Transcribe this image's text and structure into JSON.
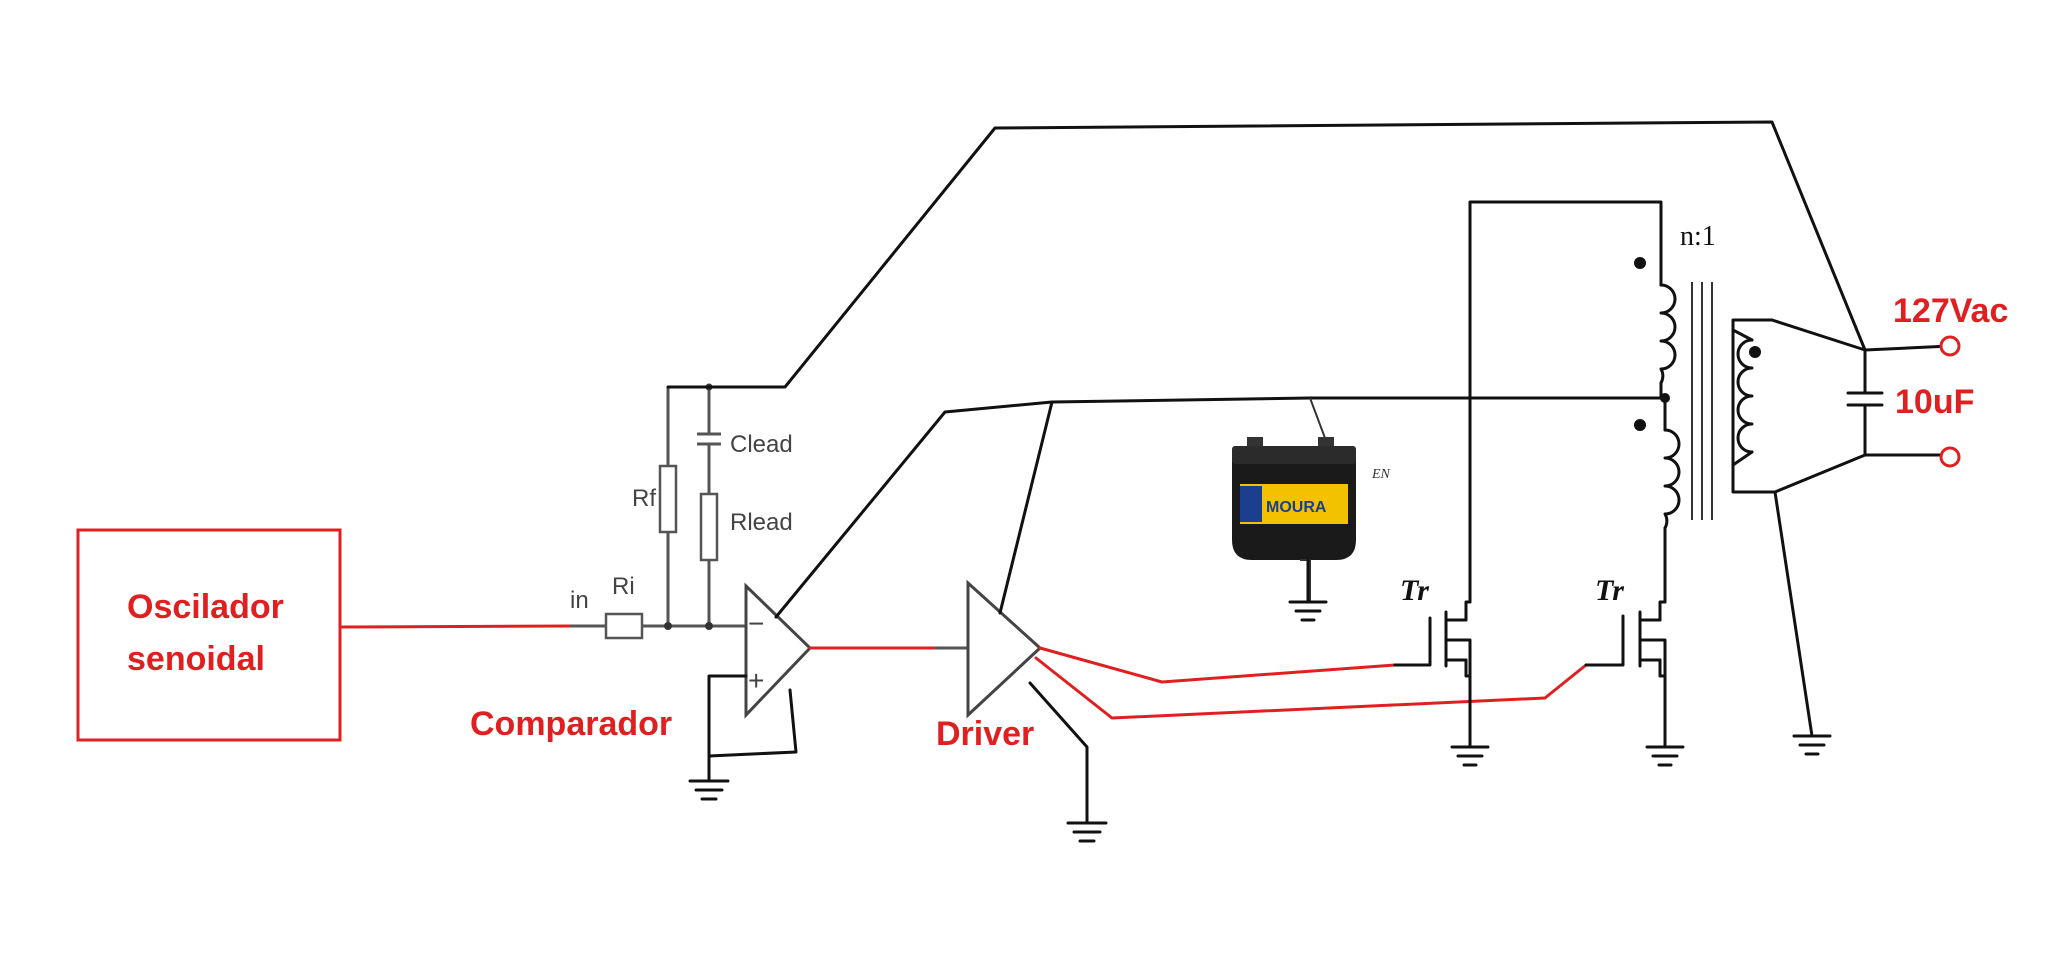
{
  "labels": {
    "oscillator_line1": "Oscilador",
    "oscillator_line2": "senoidal",
    "comparator": "Comparador",
    "driver": "Driver",
    "output_voltage": "127Vac",
    "capacitor": "10uF",
    "ratio": "n:1",
    "transistor_left": "Tr",
    "transistor_right": "Tr",
    "input": "in",
    "ri": "Ri",
    "rf": "Rf",
    "clead": "Clead",
    "rlead": "Rlead",
    "opamp_minus": "−",
    "opamp_plus": "+",
    "battery_brand": "MOURA",
    "battery_tag": "EN"
  },
  "colors": {
    "wire": "#111111",
    "signal": "#e02020",
    "feedback": "#555555"
  }
}
